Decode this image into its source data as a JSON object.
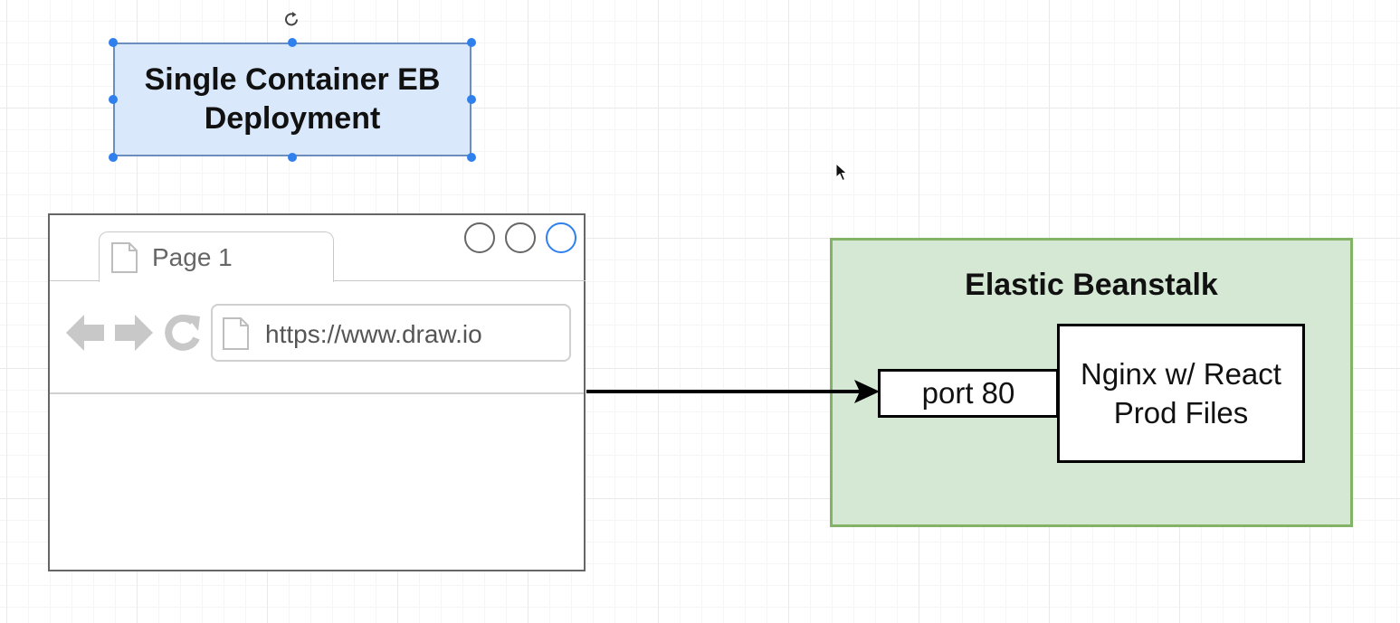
{
  "diagram": {
    "title_shape": {
      "text": "Single Container EB Deployment",
      "fill": "#dae8fc",
      "stroke": "#6c8ebf",
      "selected": true,
      "selection_color": "#2f80ed"
    },
    "browser": {
      "tab_label": "Page 1",
      "url": "https://www.draw.io",
      "nav_icons": [
        "back-arrow-icon",
        "forward-arrow-icon",
        "reload-icon"
      ],
      "window_buttons": [
        "circle",
        "circle",
        "circle-highlighted"
      ],
      "highlight_color": "#2f80ed"
    },
    "elastic_beanstalk": {
      "title": "Elastic Beanstalk",
      "fill": "#d5e8d4",
      "stroke": "#82b366"
    },
    "port_box": {
      "label": "port 80"
    },
    "nginx_box": {
      "label": "Nginx w/ React Prod Files"
    },
    "connector": {
      "from": "browser",
      "to": "port_box",
      "arrow": "filled"
    }
  }
}
